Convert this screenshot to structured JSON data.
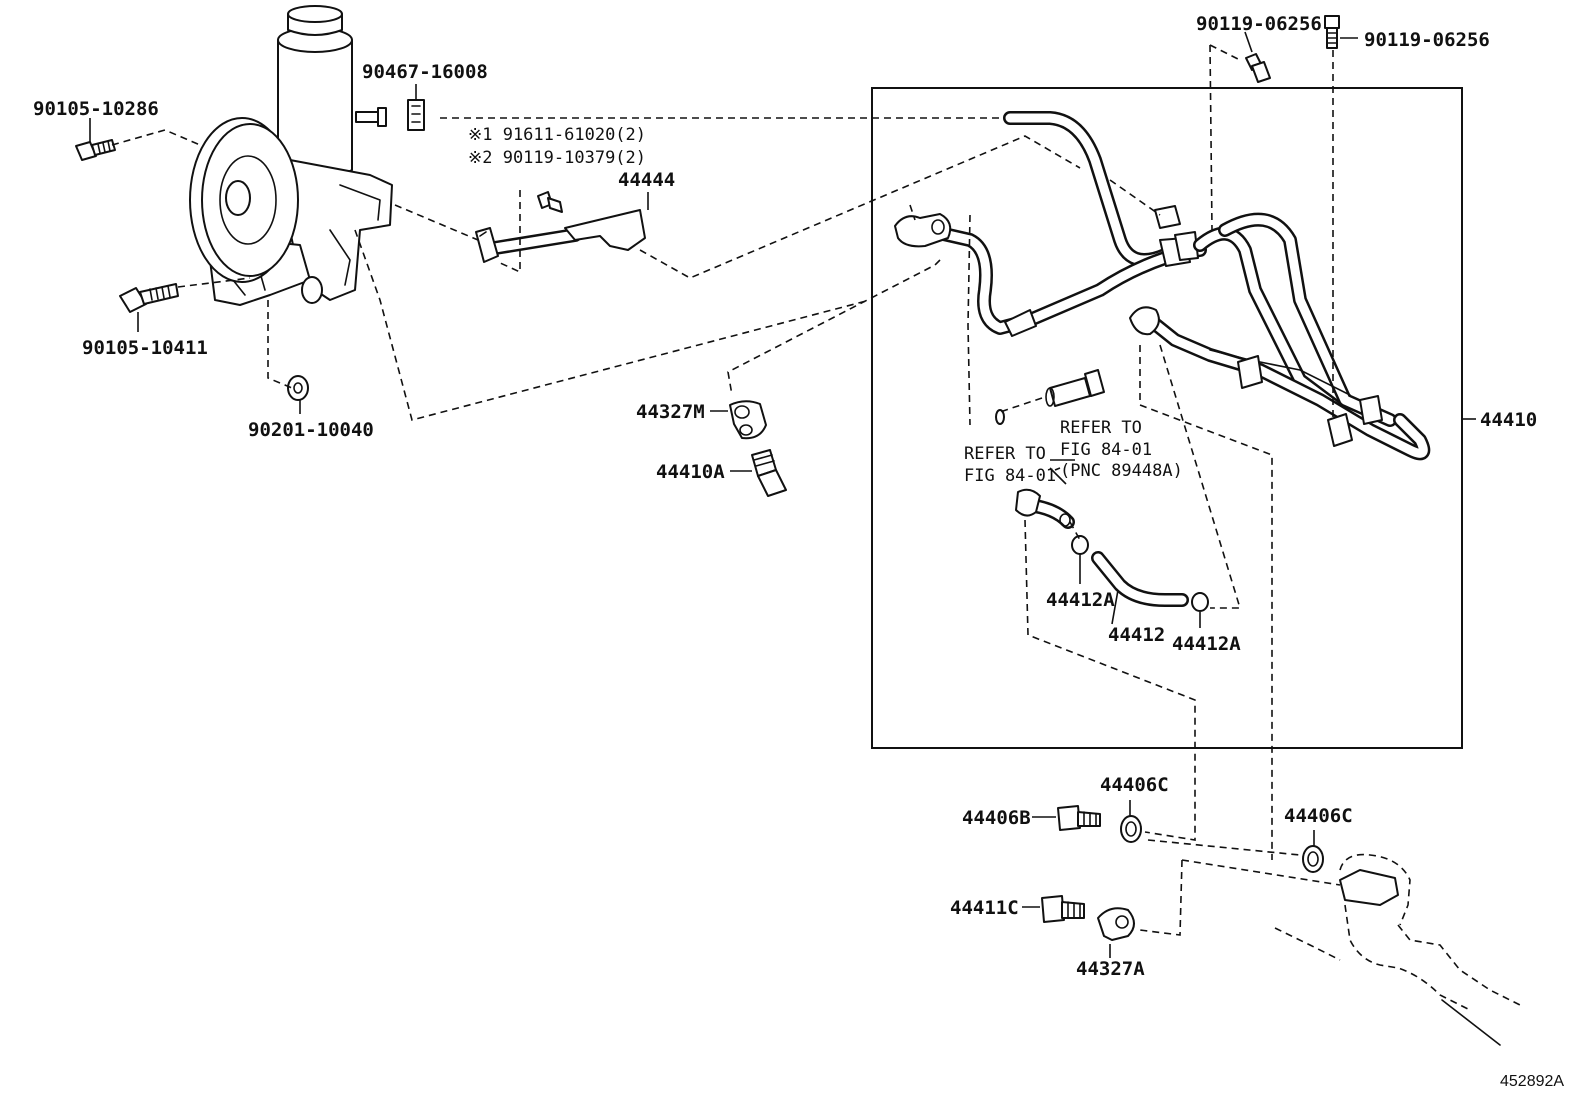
{
  "parts": {
    "bolt_top_left": "90105-10286",
    "bolt_pump_lower": "90105-10411",
    "washer": "90201-10040",
    "clip_reservoir": "90467-16008",
    "note_1": "※1 91611-61020(2)",
    "note_2": "※2 90119-10379(2)",
    "bracket_clamp": "44444",
    "bolt_top_a": "90119-06256",
    "bolt_top_b": "90119-06256",
    "hose_assembly": "44410",
    "union_clamp": "44327M",
    "union_bolt": "44410A",
    "clip_a": "44412A",
    "clip_b": "44412A",
    "return_hose": "44412",
    "gasket_upper": "44406C",
    "gasket_right": "44406C",
    "union_bolt_b": "44406B",
    "union_bolt_c": "44411C",
    "union_clamp_a": "44327A"
  },
  "refs": {
    "ref_left_1": "REFER TO",
    "ref_left_2": "FIG 84-01",
    "ref_right_1": "REFER TO",
    "ref_right_2": "FIG 84-01",
    "ref_right_3": "(PNC 89448A)"
  },
  "illustration_code": "452892A"
}
